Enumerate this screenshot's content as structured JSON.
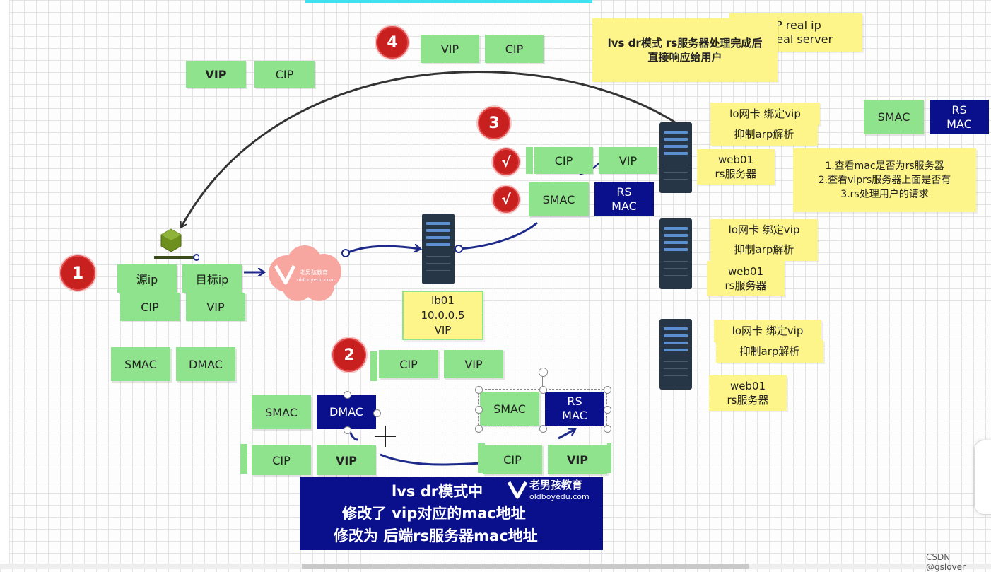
{
  "top_note": {
    "main_l1": "lvs dr模式 rs服务器处理完成后",
    "main_l2": "直接响应给用户",
    "behind_l1": "P real ip",
    "behind_l2": "real server"
  },
  "steps": {
    "s1": "1",
    "s2": "2",
    "s3": "3",
    "s4": "4",
    "check": "√"
  },
  "packet_labels": {
    "vip": "VIP",
    "cip": "CIP",
    "smac": "SMAC",
    "dmac": "DMAC",
    "rs_mac_l1": "RS",
    "rs_mac_l2": "MAC",
    "src_ip": "源ip",
    "dst_ip": "目标ip"
  },
  "cloud_brand": {
    "name": "老男孩教育",
    "site": "oldboyedu.com"
  },
  "lb": {
    "name": "lb01",
    "ip": "10.0.0.5",
    "vip": "VIP"
  },
  "rs_notes": {
    "lo_bind": "lo网卡 绑定vip",
    "arp": "抑制arp解析",
    "web_l1": "web01",
    "web_l2": "rs服务器"
  },
  "check_note": {
    "l1": "1.查看mac是否为rs服务器",
    "l2": "2.查看viprs服务器上面是否有",
    "l3": "3.rs处理用户的请求"
  },
  "bottom_note": {
    "l1": "lvs dr模式中",
    "l2": "修改了 vip对应的mac地址",
    "l3": "修改为 后端rs服务器mac地址",
    "brand": "老男孩教育",
    "site": "oldboyedu.com"
  },
  "watermark": "CSDN @gslover",
  "colors": {
    "green": "#8ee38c",
    "navy": "#0a0f8c",
    "yellow": "#fdf58a",
    "red": "#c81f1f",
    "server": "#273646"
  }
}
